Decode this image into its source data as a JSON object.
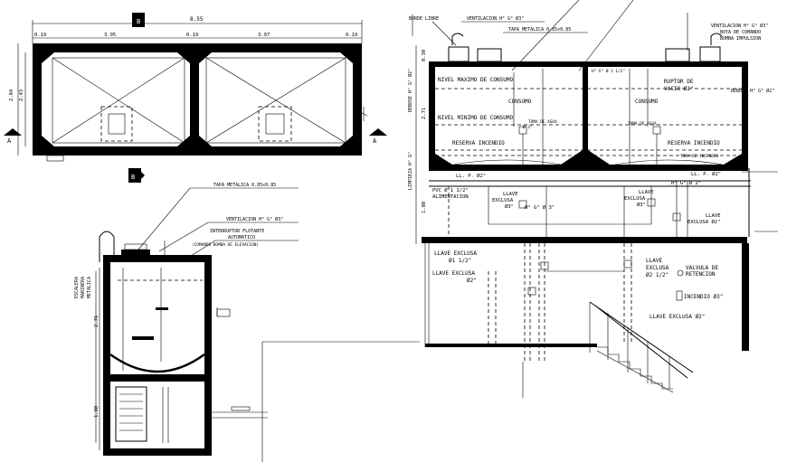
{
  "plan": {
    "total_width": "8.55",
    "dims_top": [
      "0.19",
      "3.95",
      "0.19",
      "3.97",
      "0.19"
    ],
    "dims_left": [
      "2.84",
      "2.43"
    ],
    "section_mark_a": "A",
    "section_mark_b": "B"
  },
  "side_section": {
    "notes": [
      "TAPA METALICA 0.85x0.85",
      "VENTILACION H° G° Ø3\"",
      "INTERRUPTOR FLOTANTE",
      "AUTOMATICO",
      "(COMANDO BOMBA DE ELEVACION)"
    ],
    "ladder_label": [
      "ESCALERA",
      "MARINERA",
      "METALICA"
    ],
    "dims": [
      "2.76",
      "1.80"
    ]
  },
  "main_section": {
    "top_notes": [
      "BORDE LIBRE",
      "VENTILACION H° G° Ø3\"",
      "TAPA METALICA 0.85x0.85",
      "VENTILACION H° G° Ø3\"",
      "BOYA DE COMANDO",
      "BOMBA IMPULSION"
    ],
    "left_rises": [
      "REBOSE H° G° Ø2\"",
      "LIMPIEZA H° G°"
    ],
    "dims": [
      "0.30",
      "2.71",
      "1.80"
    ],
    "tank_labels": [
      "NIVEL MAXIMO DE CONSUMO",
      "CONSUMO",
      "NIVEL MINIMO DE CONSUMO",
      "RESERVA INCENDIO",
      "TOMA DE AGUA",
      "Ø 3\"",
      "IMPULSION AGUA",
      "H° G° Ø 1 1/2\"",
      "RUPTOR DE",
      "VACIO Ø2\"",
      "CONSUMO",
      "TOMA DE AGUA",
      "RESERVA INCENDIO",
      "REBOSE H° G° Ø2\"",
      "TOMA DE INCENDIO"
    ],
    "pipe_labels": [
      "LL. P. Ø2\"",
      "PVC Ø 1 1/2\"",
      "ALIMENTACION",
      "LLAVE",
      "EXCLUSA",
      "Ø3\"",
      "H° G° Ø 3\"",
      "LLAVE",
      "EXCLUSA",
      "Ø3\"",
      "LL. P. Ø2\"",
      "H° G° Ø 2\"",
      "LLAVE",
      "EXCLUSA Ø2\""
    ],
    "lower_labels": [
      "LLAVE EXCLUSA",
      "Ø1 1/2\"",
      "LLAVE EXCLUSA",
      "Ø2\"",
      "LLAVE",
      "EXCLUSA",
      "Ø2 1/2\"",
      "VALVULA DE",
      "RETENCION",
      "INCENDIO Ø3\"",
      "LLAVE EXCLUSA Ø2\""
    ]
  }
}
